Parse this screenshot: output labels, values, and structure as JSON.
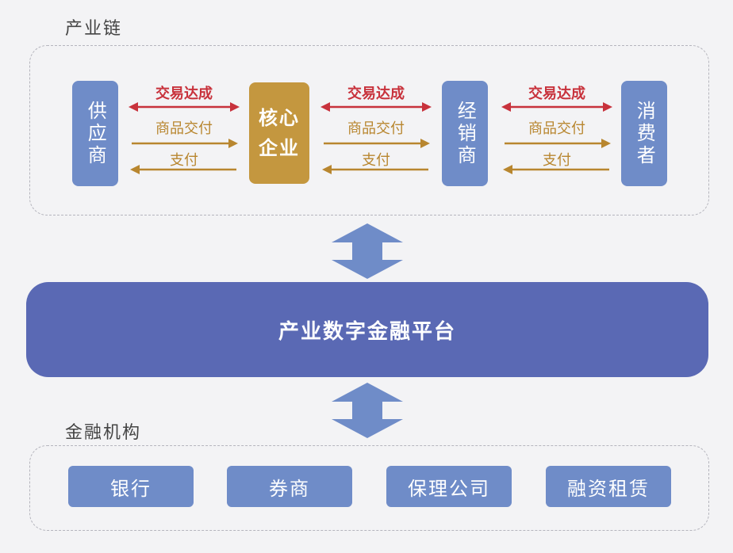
{
  "chain": {
    "label": "产业链",
    "nodes": [
      {
        "label": "供应商",
        "role": "supplier"
      },
      {
        "label": "核心企业",
        "line1": "核心",
        "line2": "企业",
        "role": "core"
      },
      {
        "label": "经销商",
        "role": "distributor"
      },
      {
        "label": "消费者",
        "role": "consumer"
      }
    ],
    "links": {
      "deal": "交易达成",
      "delivery": "商品交付",
      "payment": "支付"
    }
  },
  "platform": {
    "label": "产业数字金融平台"
  },
  "finance": {
    "label": "金融机构",
    "institutions": [
      "银行",
      "券商",
      "保理公司",
      "融资租赁"
    ]
  },
  "colors": {
    "background": "#f3f3f5",
    "node_blue": "#6f8cc8",
    "core_gold": "#c4973f",
    "platform": "#5a69b4",
    "deal_arrow": "#c8323c",
    "flow_arrow": "#b8862f",
    "vertical_arrow": "#6f8cc8"
  }
}
